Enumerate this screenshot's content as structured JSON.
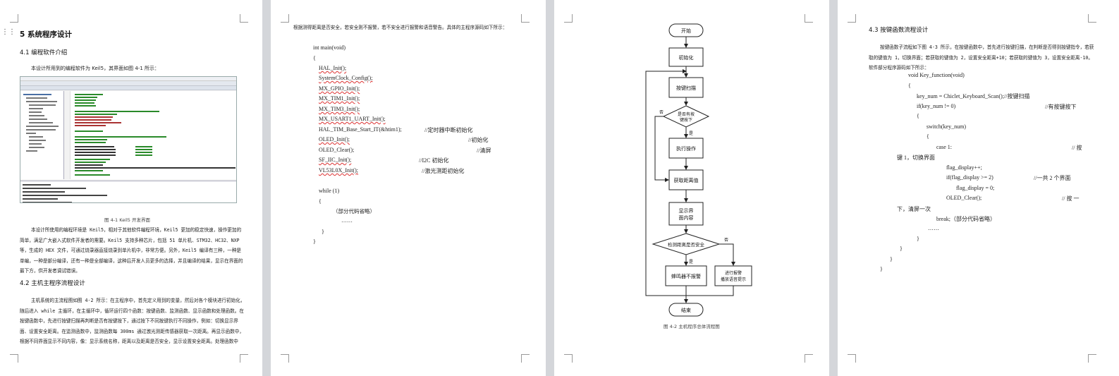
{
  "page1": {
    "heading": "5 系统程序设计",
    "sec41": "4.1  编程软件介绍",
    "intro": "本设计所用到的编程软件为 Keil5，其界面如图 4-1 所示：",
    "figure_caption": "图 4-1  Keil5 开发界面",
    "para1": "本设计所使用的编程环境是 Keil5，相对于其他软件编程环境，Keil5 更加的稳定快速，操作更加的简单，满足广大嵌入式软件开发者的需要。Keil5 支持多种芯片，包括 51 单片机、STM32、HC32、NXP 等，生成的 HEX 文件，可通过烧录器直接烧录到单片机中，非常方便。另外，Keil5 编译有三种，一种是单编，一种是部分编译，还有一种是全部编译，这种后开发人员更多的选择，并且编译的结果，显示在界面的最下方，供开发者调试错误。",
    "sec42": "4.2  主机主程序流程设计",
    "para2": "主机系统的主流程图如图 4-2 所示：在主程序中，首先定义用到的变量，然后对各个模块进行初始化，随后进入 while 主循环，在主循环中，循环运行四个函数：按键函数、监测函数、显示函数和处理函数。在按键函数中，先进行按键扫描再判断是否有按键按下，通过按下不同按键执行不同操作，例如：切换显示界面、设置安全距离。在监测函数中，监测函数每 300ms 通过激光测距传感器获取一次距离。再显示函数中，根据不同界面显示不同内容，像：显示系统名称，距离以及距离是否安全，显示设置安全距离。处理函数中"
  },
  "page2": {
    "top": "根据测得距离是否安全，若安全则不报警，若不安全进行报警和语音警告。具体的主程序源码如下所示：",
    "code": [
      {
        "text": "int main(void)",
        "comment": ""
      },
      {
        "text": "{",
        "comment": ""
      },
      {
        "text": "HAL_Init();",
        "comment": ""
      },
      {
        "text": "SystemClock_Config();",
        "comment": ""
      },
      {
        "text": "MX_GPIO_Init();",
        "comment": ""
      },
      {
        "text": "MX_TIM1_Init();",
        "comment": ""
      },
      {
        "text": "MX_TIM3_Init();",
        "comment": ""
      },
      {
        "text": "MX_USART1_UART_Init();",
        "comment": ""
      },
      {
        "text": "HAL_TIM_Base_Start_IT(&htim1);",
        "comment": "//定时器中断初始化"
      },
      {
        "text": "OLED_Init();",
        "comment": "//初始化"
      },
      {
        "text": "OLED_Clear();",
        "comment": "//清屏"
      },
      {
        "text": "SF_IIC_Init();",
        "comment": "//I2C 初始化"
      },
      {
        "text": "VL53L0X_Init();",
        "comment": "//激光测距初始化"
      },
      {
        "text": "while (1)",
        "comment": ""
      },
      {
        "text": "{",
        "comment": ""
      },
      {
        "text": "（部分代码省略）",
        "comment": ""
      },
      {
        "text": "……",
        "comment": ""
      },
      {
        "text": "}",
        "comment": ""
      },
      {
        "text": "}",
        "comment": ""
      }
    ]
  },
  "page3": {
    "flow": {
      "start": "开始",
      "init": "初始化",
      "scan": "按键扫描",
      "pressed_l1": "是否有按",
      "pressed_l2": "键按下",
      "yes": "是",
      "no": "否",
      "exec": "执行操作",
      "get": "获取距离值",
      "disp_l1": "显示界",
      "disp_l2": "面内容",
      "safe": "检测距离是否安全",
      "buzzer": "蜂鸣器不报警",
      "alarm_l1": "进行报警",
      "alarm_l2": "播放语音提示",
      "end": "结束"
    },
    "caption": "图 4-2   主机程序总体流程图"
  },
  "page4": {
    "sec43": "4.3  按键函数流程设计",
    "para": "按键函数子流程如下图 4-3 所示，在按键函数中，首先进行按键扫描，在判断是否得到按键指令，若获取的键值为 1，切换界面；若获取的键值为 2，设置安全距离+10；若获取的键值为 3，设置安全距离-10。软件部分程序源码如下所示：",
    "code": [
      "void Key_function(void)",
      "{",
      "key_num = Chiclet_Keyboard_Scan();//按键扫描",
      "if(key_num != 0)",
      "//有按键按下",
      "{",
      "switch(key_num)",
      "{",
      "case 1:",
      "//  按",
      "键 1，切换界面",
      "flag_display++;",
      "if(flag_display >= 2)",
      "//一共 2 个界面",
      "flag_display = 0;",
      "OLED_Clear();",
      "//  按  一",
      "下，清屏一次",
      "break;（部分代码省略）",
      "……",
      "}",
      "}",
      "}",
      "}"
    ]
  }
}
